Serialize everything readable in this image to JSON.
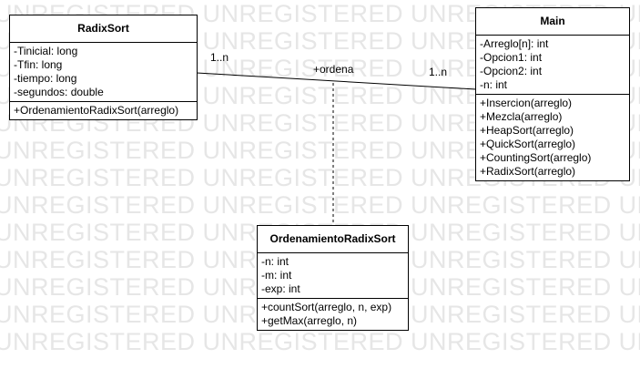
{
  "watermark": {
    "text": "UNREGISTERED UNREGISTERED UNREGISTERED UNREGISTERED"
  },
  "classes": {
    "radixsort": {
      "name": "RadixSort",
      "attributes": [
        "-Tinicial: long",
        "-Tfin: long",
        "-tiempo: long",
        "-segundos: double"
      ],
      "operations": [
        "+OrdenamientoRadixSort(arreglo)"
      ]
    },
    "main": {
      "name": "Main",
      "attributes": [
        "-Arreglo[n]: int",
        "-Opcion1: int",
        "-Opcion2: int",
        "-n: int"
      ],
      "operations": [
        "+Insercion(arreglo)",
        "+Mezcla(arreglo)",
        "+HeapSort(arreglo)",
        "+QuickSort(arreglo)",
        "+CountingSort(arreglo)",
        "+RadixSort(arreglo)"
      ]
    },
    "ordenamiento": {
      "name": "OrdenamientoRadixSort",
      "attributes": [
        "-n: int",
        "-m: int",
        "-exp: int"
      ],
      "operations": [
        "+countSort(arreglo, n, exp)",
        "+getMax(arreglo, n)"
      ]
    }
  },
  "association": {
    "name": "+ordena",
    "multiplicity_left": "1..n",
    "multiplicity_right": "1..n"
  }
}
